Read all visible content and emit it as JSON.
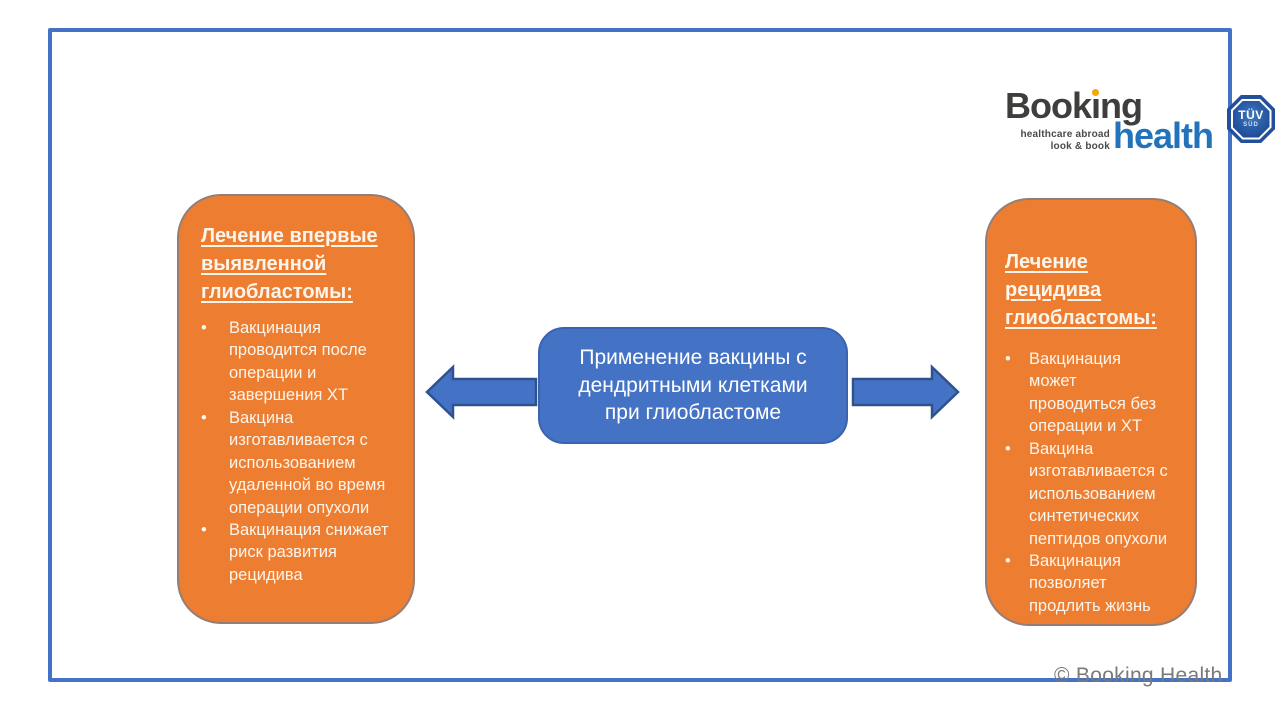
{
  "slide": {
    "logo": {
      "brand_top_part1": "Book",
      "brand_top_i": "ı",
      "brand_top_part2": "ng",
      "brand_bottom": "health",
      "tagline_line1": "healthcare abroad",
      "tagline_line2": "look & book"
    },
    "badge": {
      "line1": "TÜV",
      "line2": "SÜD"
    },
    "left_box": {
      "heading": "Лечение впервые выявленной глиобластомы:",
      "bullets": [
        "Вакцинация проводится после операции и завершения ХТ",
        "Вакцина изготавливается с использованием удаленной во время операции опухоли",
        "Вакцинация снижает риск развития рецидива"
      ]
    },
    "center_box": {
      "text": "Применение вакцины с дендритными клетками при глиобластоме"
    },
    "right_box": {
      "heading": "Лечение рецидива глиобластомы:",
      "bullets": [
        "Вакцинация может проводиться без операции и ХТ",
        "Вакцина изготавливается с использованием синтетических пептидов опухоли",
        "Вакцинация позволяет продлить жизнь"
      ]
    },
    "footer": {
      "copyright": "© Booking Health"
    },
    "colors": {
      "box_orange": "#ED7D31",
      "box_blue": "#4472C4",
      "arrow_fill": "#4472C4",
      "arrow_outline": "#2F528F",
      "frame_blue": "#4472C4",
      "logo_dark": "#3E3E3D",
      "logo_blue": "#2273B9",
      "logo_dot_yellow": "#F5A800",
      "copyright_gray": "#7A7A7A"
    }
  }
}
